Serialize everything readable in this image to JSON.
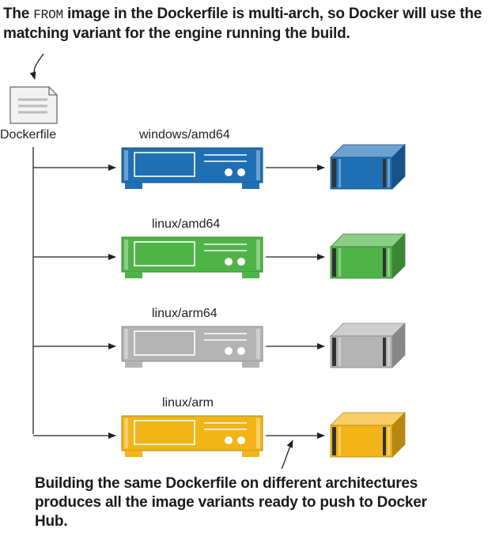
{
  "top_caption": {
    "before": "The ",
    "code": "FROM",
    "after": " image in the Dockerfile is multi-arch, so Docker will use the matching variant for the engine running the build."
  },
  "dockerfile_label": "Dockerfile",
  "engines": [
    {
      "name": "windows/amd64",
      "color": "#1f6fb5"
    },
    {
      "name": "linux/amd64",
      "color": "#4fb447"
    },
    {
      "name": "linux/arm64",
      "color": "#b4b4b4"
    },
    {
      "name": "linux/arm",
      "color": "#f2b417"
    }
  ],
  "bottom_caption": "Building the same Dockerfile on different architectures produces all the image variants ready to push to Docker Hub."
}
